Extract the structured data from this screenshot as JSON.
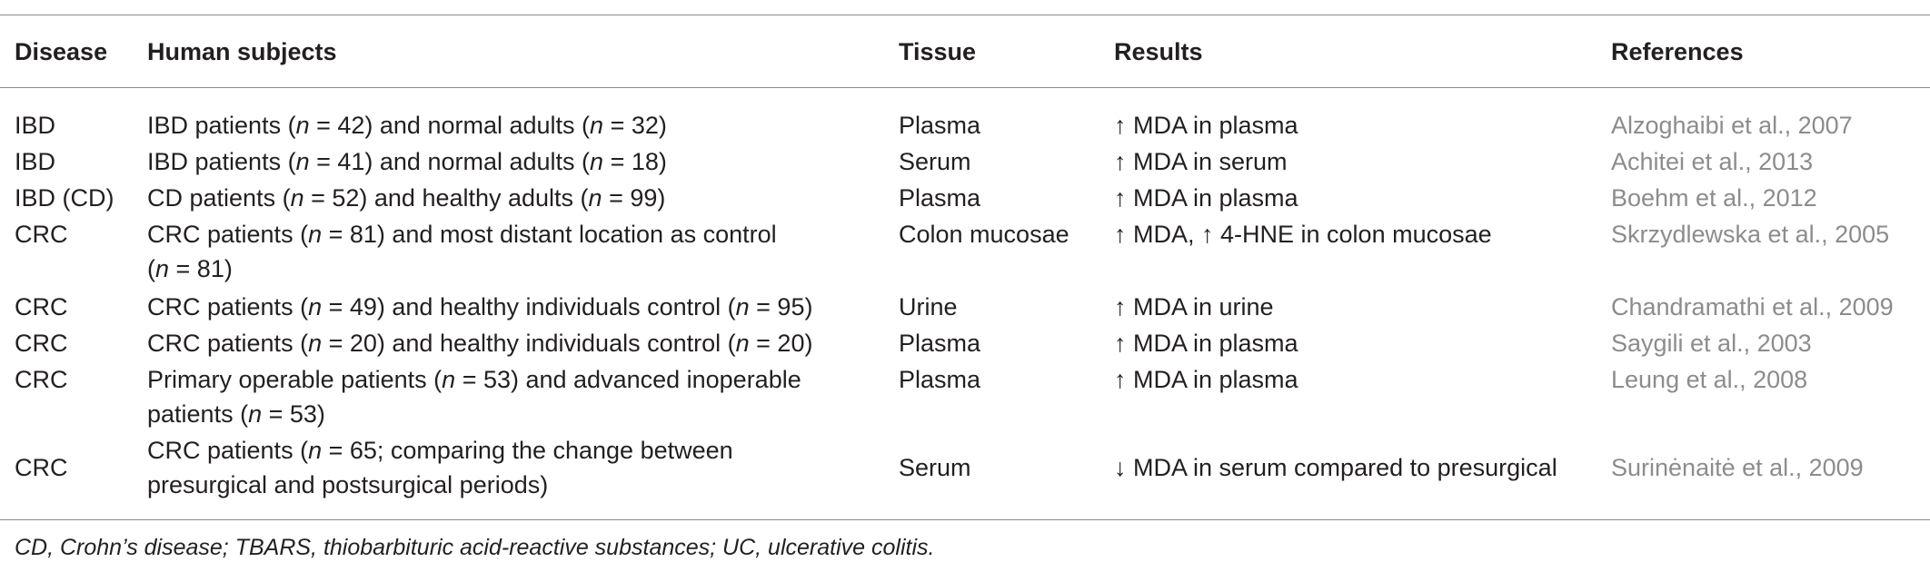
{
  "headers": {
    "disease": "Disease",
    "subjects": "Human subjects",
    "tissue": "Tissue",
    "results": "Results",
    "references": "References"
  },
  "rows": [
    {
      "disease": "IBD",
      "subjects_lines": [
        [
          "IBD patients (",
          "n",
          " = 42) and normal adults (",
          "n",
          " = 32)"
        ]
      ],
      "tissue": "Plasma",
      "result": "↑ MDA in plasma",
      "reference": "Alzoghaibi et al., 2007"
    },
    {
      "disease": "IBD",
      "subjects_lines": [
        [
          "IBD patients (",
          "n",
          " = 41) and normal adults (",
          "n",
          " = 18)"
        ]
      ],
      "tissue": "Serum",
      "result": "↑ MDA in serum",
      "reference": "Achitei et al., 2013"
    },
    {
      "disease": "IBD (CD)",
      "subjects_lines": [
        [
          "CD patients (",
          "n",
          " = 52) and healthy adults (",
          "n",
          " = 99)"
        ]
      ],
      "tissue": "Plasma",
      "result": "↑ MDA in plasma",
      "reference": "Boehm et al., 2012"
    },
    {
      "disease": "CRC",
      "subjects_lines": [
        [
          "CRC patients (",
          "n",
          " = 81) and most distant location as control"
        ],
        [
          "(",
          "n",
          " = 81)"
        ]
      ],
      "tissue": "Colon mucosae",
      "result": "↑ MDA, ↑ 4-HNE in colon mucosae",
      "reference": "Skrzydlewska et al., 2005"
    },
    {
      "disease": "CRC",
      "subjects_lines": [
        [
          "CRC patients (",
          "n",
          " = 49) and healthy individuals control (",
          "n",
          " = 95)"
        ]
      ],
      "tissue": "Urine",
      "result": "↑ MDA in urine",
      "reference": "Chandramathi et al., 2009"
    },
    {
      "disease": "CRC",
      "subjects_lines": [
        [
          "CRC patients (",
          "n",
          " = 20) and healthy individuals control (",
          "n",
          " = 20)"
        ]
      ],
      "tissue": "Plasma",
      "result": "↑ MDA in plasma",
      "reference": "Saygili et al., 2003"
    },
    {
      "disease": "CRC",
      "subjects_lines": [
        [
          "Primary operable patients (",
          "n",
          " = 53) and advanced inoperable"
        ],
        [
          "patients (",
          "n",
          " = 53)"
        ]
      ],
      "tissue": "Plasma",
      "result": "↑ MDA in plasma",
      "reference": "Leung et al., 2008"
    },
    {
      "disease": "CRC",
      "subjects_lines": [
        [
          "CRC patients (",
          "n",
          " = 65; comparing the change between"
        ],
        [
          "presurgical and postsurgical periods)"
        ]
      ],
      "tissue": "Serum",
      "result": "↓ MDA in serum compared to presurgical",
      "reference": "Surinėnaitė et al., 2009"
    }
  ],
  "footnote": "CD, Crohn’s disease; TBARS, thiobarbituric acid-reactive substances; UC, ulcerative colitis."
}
